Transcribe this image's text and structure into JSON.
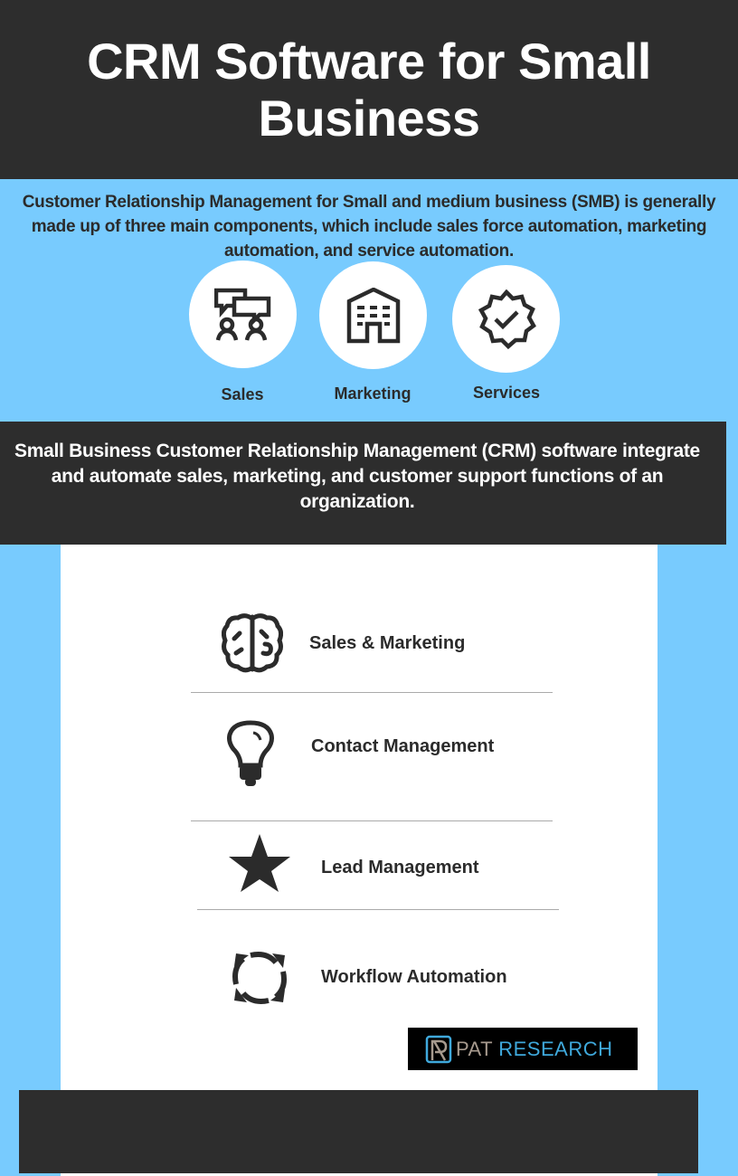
{
  "header": {
    "title_line1": "CRM Software for Small",
    "title_line2": "Business"
  },
  "intro": {
    "text": "Customer Relationship Management for Small and medium business (SMB) is generally made up of three main components, which include sales force automation, marketing automation, and service automation."
  },
  "components": [
    {
      "label": "Sales",
      "icon": "chat-people-icon"
    },
    {
      "label": "Marketing",
      "icon": "building-icon"
    },
    {
      "label": "Services",
      "icon": "badge-check-icon"
    }
  ],
  "crm_band": {
    "text": "Small Business Customer Relationship Management (CRM) software integrate and automate sales, marketing, and customer support functions of an organization."
  },
  "features": [
    {
      "label": "Sales & Marketing",
      "icon": "brain-icon"
    },
    {
      "label": "Contact Management",
      "icon": "lightbulb-icon"
    },
    {
      "label": "Lead Management",
      "icon": "star-icon"
    },
    {
      "label": "Workflow Automation",
      "icon": "refresh-cycle-icon"
    }
  ],
  "logo": {
    "part1": "PAT",
    "part2": "RESEARCH",
    "color_part1": "#a79a8e",
    "color_part2": "#3fa9dc"
  },
  "colors": {
    "background": "#78CBFE",
    "dark": "#2d2d2d",
    "panel": "#ffffff"
  }
}
